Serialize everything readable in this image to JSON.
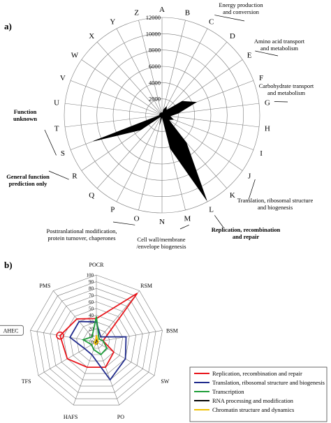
{
  "chart_data": [
    {
      "panel": "a)",
      "type": "radar",
      "categories": [
        "A",
        "B",
        "C",
        "D",
        "E",
        "F",
        "G",
        "H",
        "I",
        "J",
        "K",
        "L",
        "M",
        "N",
        "O",
        "P",
        "Q",
        "R",
        "S",
        "T",
        "U",
        "V",
        "W",
        "X",
        "Y",
        "Z"
      ],
      "values": [
        0,
        700,
        1200,
        800,
        3000,
        4500,
        2000,
        1000,
        1500,
        1000,
        4500,
        11800,
        4200,
        200,
        1200,
        300,
        200,
        3200,
        9000,
        400,
        300,
        200,
        100,
        100,
        100,
        100
      ],
      "rlim": [
        0,
        12000
      ],
      "ticks": [
        "2000",
        "4000",
        "6000",
        "8000",
        "10000",
        "12000"
      ],
      "fill_color": "#000000",
      "annotations": [
        {
          "category": "C",
          "lines": [
            "Energy production",
            "and conversion"
          ],
          "bold": false
        },
        {
          "category": "E",
          "lines": [
            "Amino acid transport",
            "and metabolism"
          ],
          "bold": false
        },
        {
          "category": "G",
          "lines": [
            "Carbohydrate transport",
            "and metabolism"
          ],
          "bold": false
        },
        {
          "category": "J",
          "lines": [
            "Translation, ribosomal structure",
            "and biogenesis"
          ],
          "bold": false
        },
        {
          "category": "L",
          "lines": [
            "Replication, recombination",
            "and repair"
          ],
          "bold": true
        },
        {
          "category": "M",
          "lines": [
            "Cell wall/membrane",
            "/envelope biogenesis"
          ],
          "bold": false
        },
        {
          "category": "O",
          "lines": [
            "Posttranlational modification,",
            "protein turnover, chaperones"
          ],
          "bold": false
        },
        {
          "category": "R",
          "lines": [
            "General function",
            "prediction only"
          ],
          "bold": true
        },
        {
          "category": "S",
          "lines": [
            "Function",
            "unknown"
          ],
          "bold": true
        }
      ]
    },
    {
      "panel": "b)",
      "type": "radar",
      "categories": [
        "POCR",
        "RSM",
        "BSM",
        "SW",
        "PO",
        "HAFS",
        "TFS",
        "AHEC",
        "PMS"
      ],
      "ticks": [
        "0",
        "10",
        "20",
        "30",
        "40",
        "50",
        "60",
        "70",
        "80",
        "90",
        "100"
      ],
      "rlim": [
        0,
        100
      ],
      "highlight_category": "AHEC",
      "series": [
        {
          "name": "Replication, recombination and repair",
          "color": "#e8161c",
          "values": [
            35,
            95,
            10,
            30,
            40,
            40,
            50,
            55,
            45
          ]
        },
        {
          "name": "Translation, ribosomal structure and biogenesis",
          "color": "#1f2a8c",
          "values": [
            30,
            10,
            45,
            50,
            60,
            20,
            20,
            40,
            40
          ]
        },
        {
          "name": "Transcription",
          "color": "#1f9e3a",
          "values": [
            38,
            6,
            10,
            18,
            20,
            12,
            8,
            20,
            10
          ]
        },
        {
          "name": "RNA processing and modification",
          "color": "#000000",
          "values": [
            3,
            2,
            2,
            2,
            3,
            3,
            2,
            2,
            2
          ]
        },
        {
          "name": "Chromatin structure and dynamics",
          "color": "#f0c000",
          "values": [
            10,
            3,
            3,
            2,
            2,
            4,
            3,
            3,
            2
          ]
        }
      ]
    }
  ]
}
